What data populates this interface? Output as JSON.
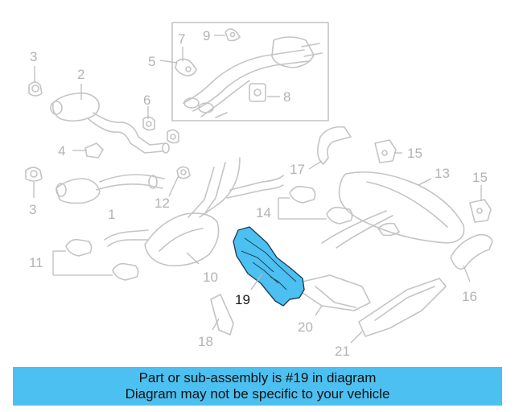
{
  "diagram": {
    "highlight_color": "#4cc0f0",
    "callouts": {
      "c1": "1",
      "c2": "2",
      "c3a": "3",
      "c3b": "3",
      "c4": "4",
      "c5": "5",
      "c6": "6",
      "c7": "7",
      "c8": "8",
      "c9": "9",
      "c10": "10",
      "c11": "11",
      "c12": "12",
      "c13": "13",
      "c14": "14",
      "c15a": "15",
      "c15b": "15",
      "c16": "16",
      "c17": "17",
      "c18": "18",
      "c19": "19",
      "c20": "20",
      "c21": "21"
    }
  },
  "banner": {
    "line1": "Part or sub-assembly is #19 in diagram",
    "line2": "Diagram may not be specific to your vehicle",
    "color": "#4cc0f0"
  }
}
